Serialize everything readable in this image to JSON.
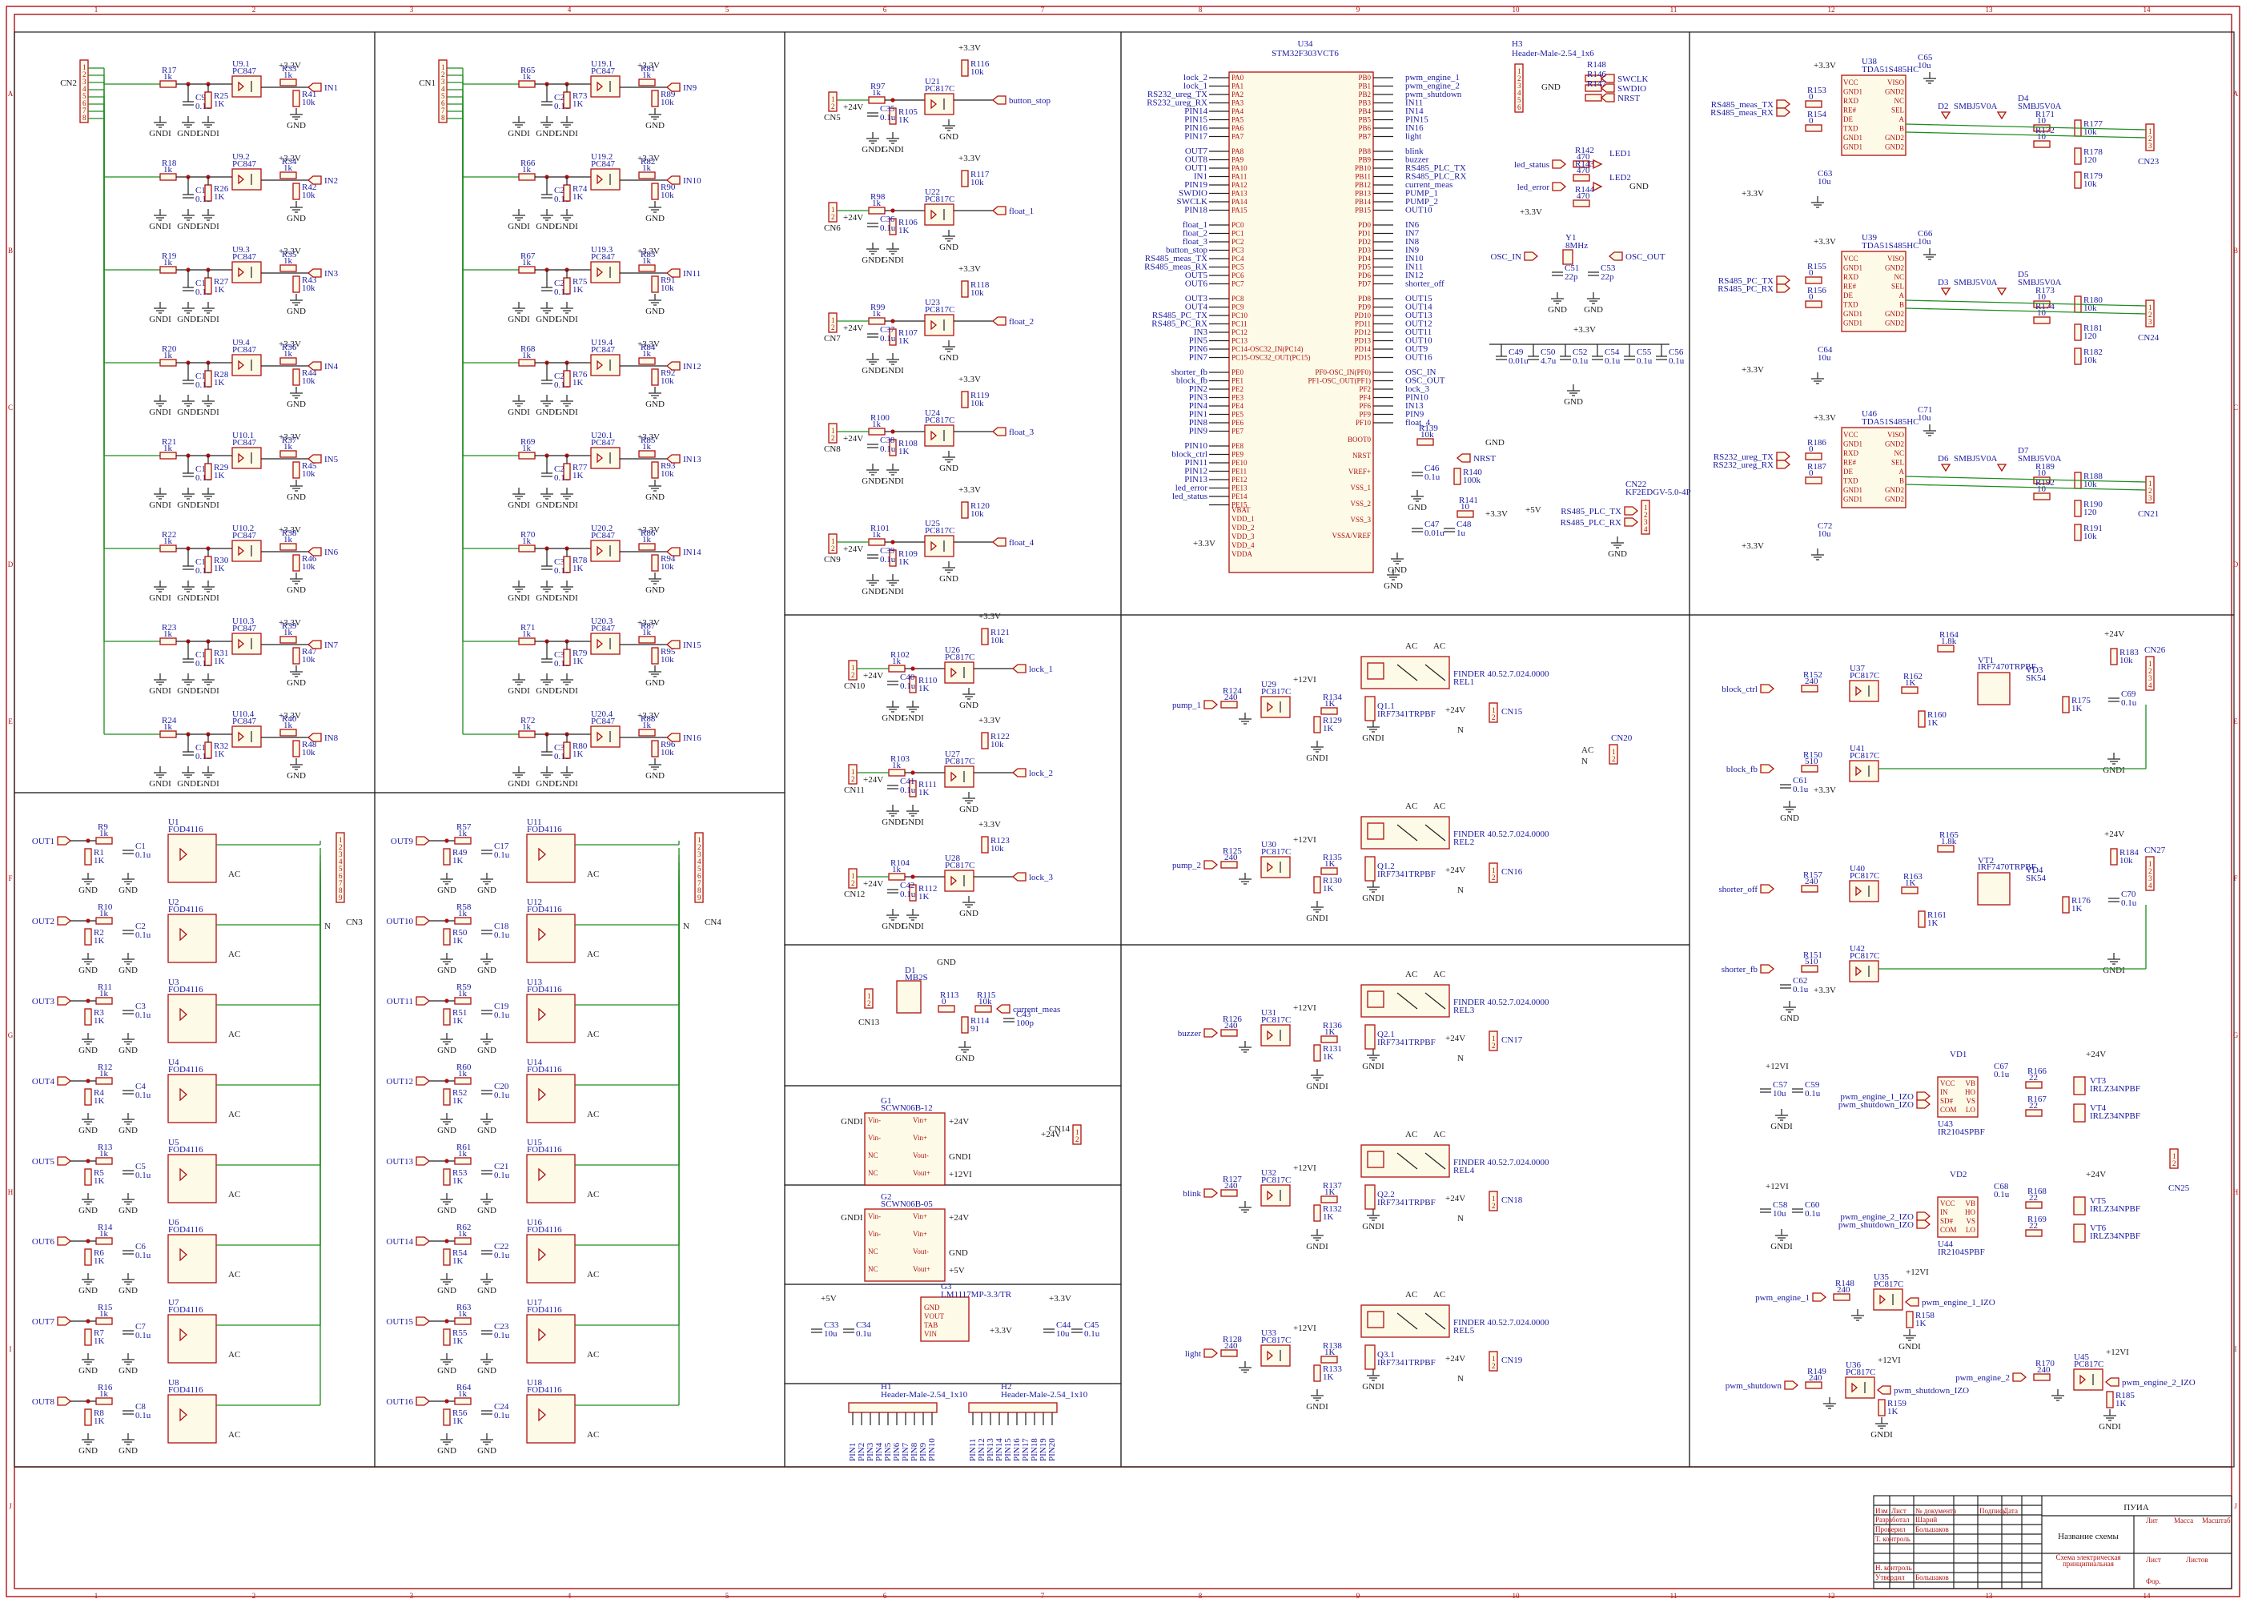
{
  "title_block": {
    "company": "ПУИА",
    "scheme_name": "Название схемы",
    "scheme_type_line1": "Схема электрическая",
    "scheme_type_line2": "принципиальная",
    "developer_role": "Разработал",
    "developer_name": "Шарий",
    "checker_role": "Проверил",
    "checker_name": "Большаков",
    "tcontrol_role": "Т. контроль",
    "ncontrol_role": "Н. контроль",
    "approve_role": "Утвердил",
    "approve_name": "Большаков",
    "col_izm": "Изм",
    "col_list": "Лист",
    "col_doc": "№ документа",
    "col_sign": "Подпись",
    "col_date": "Дата",
    "col_lit": "Лит",
    "col_mass": "Масса",
    "col_scale": "Масштаб",
    "sheet_label": "Лист",
    "sheets_label": "Листов",
    "format_label": "Фор."
  },
  "grid": {
    "columns": [
      "1",
      "2",
      "3",
      "4",
      "5",
      "6",
      "7",
      "8",
      "9",
      "10",
      "11",
      "12",
      "13",
      "14"
    ],
    "rows": [
      "A",
      "B",
      "C",
      "D",
      "E",
      "F",
      "G",
      "H",
      "I",
      "J"
    ]
  },
  "input_blocks": [
    {
      "connector": "CN2",
      "channels": [
        {
          "r1": "R17",
          "r2": "R25",
          "c": "C9",
          "u": "U9.1",
          "r3": "R33",
          "r4": "R41",
          "in": "IN1"
        },
        {
          "r1": "R18",
          "r2": "R26",
          "c": "C10",
          "u": "U9.2",
          "r3": "R34",
          "r4": "R42",
          "in": "IN2"
        },
        {
          "r1": "R19",
          "r2": "R27",
          "c": "C11",
          "u": "U9.3",
          "r3": "R35",
          "r4": "R43",
          "in": "IN3"
        },
        {
          "r1": "R20",
          "r2": "R28",
          "c": "C12",
          "u": "U9.4",
          "r3": "R36",
          "r4": "R44",
          "in": "IN4"
        },
        {
          "r1": "R21",
          "r2": "R29",
          "c": "C13",
          "u": "U10.1",
          "r3": "R37",
          "r4": "R45",
          "in": "IN5"
        },
        {
          "r1": "R22",
          "r2": "R30",
          "c": "C14",
          "u": "U10.2",
          "r3": "R38",
          "r4": "R46",
          "in": "IN6"
        },
        {
          "r1": "R23",
          "r2": "R31",
          "c": "C15",
          "u": "U10.3",
          "r3": "R39",
          "r4": "R47",
          "in": "IN7"
        },
        {
          "r1": "R24",
          "r2": "R32",
          "c": "C16",
          "u": "U10.4",
          "r3": "R40",
          "r4": "R48",
          "in": "IN8"
        }
      ]
    },
    {
      "connector": "CN1",
      "channels": [
        {
          "r1": "R65",
          "r2": "R73",
          "c": "C25",
          "u": "U19.1",
          "r3": "R81",
          "r4": "R89",
          "in": "IN9"
        },
        {
          "r1": "R66",
          "r2": "R74",
          "c": "C26",
          "u": "U19.2",
          "r3": "R82",
          "r4": "R90",
          "in": "IN10"
        },
        {
          "r1": "R67",
          "r2": "R75",
          "c": "C27",
          "u": "U19.3",
          "r3": "R83",
          "r4": "R91",
          "in": "IN11"
        },
        {
          "r1": "R68",
          "r2": "R76",
          "c": "C28",
          "u": "U19.4",
          "r3": "R84",
          "r4": "R92",
          "in": "IN12"
        },
        {
          "r1": "R69",
          "r2": "R77",
          "c": "C29",
          "u": "U20.1",
          "r3": "R85",
          "r4": "R93",
          "in": "IN13"
        },
        {
          "r1": "R70",
          "r2": "R78",
          "c": "C30",
          "u": "U20.2",
          "r3": "R86",
          "r4": "R94",
          "in": "IN14"
        },
        {
          "r1": "R71",
          "r2": "R79",
          "c": "C31",
          "u": "U20.3",
          "r3": "R87",
          "r4": "R95",
          "in": "IN15"
        },
        {
          "r1": "R72",
          "r2": "R80",
          "c": "C32",
          "u": "U20.4",
          "r3": "R88",
          "r4": "R96",
          "in": "IN16"
        }
      ]
    }
  ],
  "input_common": {
    "r1v": "1k",
    "r2v": "1K",
    "cv": "0.1u",
    "r3v": "1k",
    "r4v": "10k",
    "opto": "PC847",
    "vcc": "+3.3V",
    "gnd": "GND",
    "gndi": "GNDI"
  },
  "output_blocks": [
    {
      "connector": "CN3",
      "channels": [
        {
          "out": "OUT1",
          "ra": "R9",
          "rb": "R1",
          "c": "C1",
          "u": "U1"
        },
        {
          "out": "OUT2",
          "ra": "R10",
          "rb": "R2",
          "c": "C2",
          "u": "U2"
        },
        {
          "out": "OUT3",
          "ra": "R11",
          "rb": "R3",
          "c": "C3",
          "u": "U3"
        },
        {
          "out": "OUT4",
          "ra": "R12",
          "rb": "R4",
          "c": "C4",
          "u": "U4"
        },
        {
          "out": "OUT5",
          "ra": "R13",
          "rb": "R5",
          "c": "C5",
          "u": "U5"
        },
        {
          "out": "OUT6",
          "ra": "R14",
          "rb": "R6",
          "c": "C6",
          "u": "U6"
        },
        {
          "out": "OUT7",
          "ra": "R15",
          "rb": "R7",
          "c": "C7",
          "u": "U7"
        },
        {
          "out": "OUT8",
          "ra": "R16",
          "rb": "R8",
          "c": "C8",
          "u": "U8"
        }
      ]
    },
    {
      "connector": "CN4",
      "channels": [
        {
          "out": "OUT9",
          "ra": "R57",
          "rb": "R49",
          "c": "C17",
          "u": "U11"
        },
        {
          "out": "OUT10",
          "ra": "R58",
          "rb": "R50",
          "c": "C18",
          "u": "U12"
        },
        {
          "out": "OUT11",
          "ra": "R59",
          "rb": "R51",
          "c": "C19",
          "u": "U13"
        },
        {
          "out": "OUT12",
          "ra": "R60",
          "rb": "R52",
          "c": "C20",
          "u": "U14"
        },
        {
          "out": "OUT13",
          "ra": "R61",
          "rb": "R53",
          "c": "C21",
          "u": "U15"
        },
        {
          "out": "OUT14",
          "ra": "R62",
          "rb": "R54",
          "c": "C22",
          "u": "U16"
        },
        {
          "out": "OUT15",
          "ra": "R63",
          "rb": "R55",
          "c": "C23",
          "u": "U17"
        },
        {
          "out": "OUT16",
          "ra": "R64",
          "rb": "R56",
          "c": "C24",
          "u": "U18"
        }
      ]
    }
  ],
  "output_common": {
    "rav": "1k",
    "rbv": "1K",
    "cv": "0.1u",
    "part": "FOD4116",
    "ac": "AC",
    "n": "N",
    "gnd": "GND"
  },
  "sensor_channels": [
    {
      "cn": "CN5",
      "ra": "R97",
      "rb": "R105",
      "c": "C35",
      "u": "U21",
      "rp": "R116",
      "net": "button_stop"
    },
    {
      "cn": "CN6",
      "ra": "R98",
      "rb": "R106",
      "c": "C36",
      "u": "U22",
      "rp": "R117",
      "net": "float_1"
    },
    {
      "cn": "CN7",
      "ra": "R99",
      "rb": "R107",
      "c": "C37",
      "u": "U23",
      "rp": "R118",
      "net": "float_2"
    },
    {
      "cn": "CN8",
      "ra": "R100",
      "rb": "R108",
      "c": "C38",
      "u": "U24",
      "rp": "R119",
      "net": "float_3"
    },
    {
      "cn": "CN9",
      "ra": "R101",
      "rb": "R109",
      "c": "C39",
      "u": "U25",
      "rp": "R120",
      "net": "float_4"
    }
  ],
  "lock_channels": [
    {
      "cn": "CN10",
      "ra": "R102",
      "rb": "R110",
      "c": "C40",
      "u": "U26",
      "rp": "R121",
      "net": "lock_1"
    },
    {
      "cn": "CN11",
      "ra": "R103",
      "rb": "R111",
      "c": "C41",
      "u": "U27",
      "rp": "R122",
      "net": "lock_2"
    },
    {
      "cn": "CN12",
      "ra": "R104",
      "rb": "R112",
      "c": "C42",
      "u": "U28",
      "rp": "R123",
      "net": "lock_3"
    }
  ],
  "opto_common": {
    "part": "PC817C",
    "v24": "+24V",
    "gndi": "GNDI",
    "vcc": "+3.3V",
    "gnd": "GND",
    "rav": "1k",
    "rbv": "1K",
    "cv": "0.1u",
    "rpv": "10k"
  },
  "current_meas": {
    "cn": "CN13",
    "d": "D1",
    "dpart": "MB2S",
    "r1": "R113",
    "r1v": "0",
    "r2": "R115",
    "r2v": "10k",
    "r3": "R114",
    "r3v": "91",
    "c": "C43",
    "cv": "100p",
    "net": "current_meas",
    "gnd": "GND"
  },
  "power": {
    "g1": "G1",
    "g1part": "SCWN06B-12",
    "g2": "G2",
    "g2part": "SCWN06B-05",
    "pins": [
      "Vin-",
      "Vin-",
      "NC",
      "NC",
      "Vin+",
      "Vin+",
      "Vout-",
      "Vout+"
    ],
    "gnd": "GND",
    "gndi": "GNDI",
    "v24": "+24V",
    "v12": "+12VI",
    "v5": "+5V",
    "cn14": "CN14",
    "g3": "G3",
    "g3part": "LM1117MP-3.3/TR",
    "g3pins": [
      "GND",
      "VOUT",
      "TAB",
      "VIN"
    ],
    "c33": "C33",
    "c33v": "10u",
    "c34": "C34",
    "c34v": "0.1u",
    "c44": "C44",
    "c44v": "10u",
    "c45": "C45",
    "c45v": "0.1u",
    "v33": "+3.3V"
  },
  "headers": {
    "h1": "H1",
    "h1part": "Header-Male-2.54_1x10",
    "h2": "H2",
    "h2part": "Header-Male-2.54_1x10",
    "h1pins": [
      "PIN1",
      "PIN2",
      "PIN3",
      "PIN4",
      "PIN5",
      "PIN6",
      "PIN7",
      "PIN8",
      "PIN9",
      "PIN10"
    ],
    "h2pins": [
      "PIN11",
      "PIN12",
      "PIN13",
      "PIN14",
      "PIN15",
      "PIN16",
      "PIN17",
      "PIN18",
      "PIN19",
      "PIN20"
    ]
  },
  "mcu": {
    "ref": "U34",
    "part": "STM32F303VCT6",
    "left_groups": [
      [
        "lock_2",
        "lock_1",
        "RS232_ureg_TX",
        "RS232_ureg_RX",
        "PIN14",
        "PIN15",
        "PIN16",
        "PIN17"
      ],
      [
        "OUT7",
        "OUT8",
        "OUT1",
        "IN1",
        "PIN19",
        "SWDIO",
        "SWCLK",
        "PIN18"
      ],
      [
        "float_1",
        "float_2",
        "float_3",
        "button_stop",
        "RS485_meas_TX",
        "RS485_meas_RX",
        "OUT5",
        "OUT6"
      ],
      [
        "OUT3",
        "OUT4",
        "RS485_PC_TX",
        "RS485_PC_RX",
        "IN3",
        "PIN5",
        "PIN6",
        "PIN7"
      ],
      [
        "shorter_fb",
        "block_fb",
        "PIN2",
        "PIN3",
        "PIN4",
        "PIN1",
        "PIN8",
        "PIN9"
      ],
      [
        "PIN10",
        "block_ctrl",
        "PIN11",
        "PIN12",
        "PIN13",
        "led_error",
        "led_status"
      ]
    ],
    "left_pins": [
      [
        "PA0",
        "PA1",
        "PA2",
        "PA3",
        "PA4",
        "PA5",
        "PA6",
        "PA7"
      ],
      [
        "PA8",
        "PA9",
        "PA10",
        "PA11",
        "PA12",
        "PA13",
        "PA14",
        "PA15"
      ],
      [
        "PC0",
        "PC1",
        "PC2",
        "PC3",
        "PC4",
        "PC5",
        "PC6",
        "PC7"
      ],
      [
        "PC8",
        "PC9",
        "PC10",
        "PC11",
        "PC12",
        "PC13",
        "PC14-OSC32_IN(PC14)",
        "PC15-OSC32_OUT(PC15)"
      ],
      [
        "PE0",
        "PE1",
        "PE2",
        "PE3",
        "PE4",
        "PE5",
        "PE6",
        "PE7"
      ],
      [
        "PE8",
        "PE9",
        "PE10",
        "PE11",
        "PE12",
        "PE13",
        "PE14",
        "PE15"
      ]
    ],
    "right_pins": [
      [
        "PB0",
        "PB1",
        "PB2",
        "PB3",
        "PB4",
        "PB5",
        "PB6",
        "PB7"
      ],
      [
        "PB8",
        "PB9",
        "PB10",
        "PB11",
        "PB12",
        "PB13",
        "PB14",
        "PB15"
      ],
      [
        "PD0",
        "PD1",
        "PD2",
        "PD3",
        "PD4",
        "PD5",
        "PD6",
        "PD7"
      ],
      [
        "PD8",
        "PD9",
        "PD10",
        "PD11",
        "PD12",
        "PD13",
        "PD14",
        "PD15"
      ],
      [
        "PF0-OSC_IN(PF0)",
        "PF1-OSC_OUT(PF1)",
        "PF2",
        "PF4",
        "PF6",
        "PF9",
        "PF10"
      ]
    ],
    "right_groups": [
      [
        "pwm_engine_1",
        "pwm_engine_2",
        "pwm_shutdown",
        "IN11",
        "IN14",
        "PIN15",
        "IN16",
        "light"
      ],
      [
        "blink",
        "buzzer",
        "RS485_PLC_TX",
        "RS485_PLC_RX",
        "current_meas",
        "PUMP_1",
        "PUMP_2",
        "OUT10"
      ],
      [
        "IN6",
        "IN7",
        "IN8",
        "IN9",
        "IN10",
        "IN11",
        "IN12",
        "shorter_off"
      ],
      [
        "OUT15",
        "OUT14",
        "OUT13",
        "OUT12",
        "OUT11",
        "OUT10",
        "OUT9",
        "OUT16"
      ],
      [
        "OSC_IN",
        "OSC_OUT",
        "lock_3",
        "PIN10",
        "IN13",
        "PIN9",
        "float_4"
      ]
    ],
    "power_pins": [
      "VBAT",
      "VDD_1",
      "VDD_2",
      "VDD_3",
      "VDD_4",
      "VDDA"
    ],
    "power_right": [
      "BOOT0",
      "NRST",
      "VREF+",
      "VSS_1",
      "VSS_2",
      "VSS_3",
      "VSSA/VREF"
    ],
    "vcc": "+3.3V",
    "gnd": "GND"
  },
  "mcu_aux": {
    "h3": "H3",
    "h3part": "Header-Male-2.54_1x6",
    "swd": [
      "SWCLK",
      "SWDIO",
      "NRST"
    ],
    "swr": [
      "R148",
      "R146",
      "R147"
    ],
    "led1": "LED1",
    "led2": "LED2",
    "r142": "R142",
    "r143": "R143",
    "r144": "R144",
    "r470": "470",
    "led_status": "led_status",
    "led_error": "led_error",
    "y1": "Y1",
    "y1v": "8MHz",
    "c51": "C51",
    "c53": "C53",
    "c22p": "22p",
    "osc_in": "OSC_IN",
    "osc_out": "OSC_OUT",
    "decap": [
      [
        "C49",
        "0.01u"
      ],
      [
        "C50",
        "4.7u"
      ],
      [
        "C52",
        "0.1u"
      ],
      [
        "C54",
        "0.1u"
      ],
      [
        "C55",
        "0.1u"
      ],
      [
        "C56",
        "0.1u"
      ]
    ],
    "r139": "R139",
    "r139v": "10k",
    "c46": "C46",
    "c46v": "0.1u",
    "r140": "R140",
    "r140v": "100k",
    "nrst": "NRST",
    "r141": "R141",
    "r141v": "10",
    "c47": "C47",
    "c47v": "0.01u",
    "c48": "C48",
    "c48v": "1u",
    "cn22": "CN22",
    "cn22part": "KF2EDGV-5.0-4P",
    "plc_tx": "RS485_PLC_TX",
    "plc_rx": "RS485_PLC_RX",
    "v5": "+5V"
  },
  "relays": [
    {
      "in": "pump_1",
      "r1": "R124",
      "r1v": "240",
      "u": "U29",
      "r2": "R134",
      "r3": "R129",
      "q": "Q1.1",
      "rel": "REL1",
      "cn": "CN15"
    },
    {
      "in": "pump_2",
      "r1": "R125",
      "r1v": "240",
      "u": "U30",
      "r2": "R135",
      "r3": "R130",
      "q": "Q1.2",
      "rel": "REL2",
      "cn": "CN16"
    },
    {
      "in": "buzzer",
      "r1": "R126",
      "r1v": "240",
      "u": "U31",
      "r2": "R136",
      "r3": "R131",
      "q": "Q2.1",
      "rel": "REL3",
      "cn": "CN17"
    },
    {
      "in": "blink",
      "r1": "R127",
      "r1v": "240",
      "u": "U32",
      "r2": "R137",
      "r3": "R132",
      "q": "Q2.2",
      "rel": "REL4",
      "cn": "CN18"
    },
    {
      "in": "light",
      "r1": "R128",
      "r1v": "240",
      "u": "U33",
      "r2": "R138",
      "r3": "R133",
      "q": "Q3.1",
      "rel": "REL5",
      "cn": "CN19"
    }
  ],
  "relay_common": {
    "relay_part": "FINDER 40.52.7.024.0000",
    "mosfet": "IRF7341TRPBF",
    "opto": "PC817C",
    "v24": "+24V",
    "v12": "+12VI",
    "gndi": "GNDI",
    "ac": "AC",
    "n": "N",
    "cn20": "CN20",
    "rv": "1K"
  },
  "rs485": [
    {
      "u": "U38",
      "part": "TDA51S485HC",
      "r1": "R153",
      "r2": "R154",
      "tx": "RS485_meas_TX",
      "rx": "RS485_meas_RX",
      "d1": "D2",
      "d2": "D4",
      "tvs": "SMBJ5V0A",
      "ra": "R171",
      "rb": "R172",
      "rt": "R177",
      "rc": "R178",
      "rd": "R179",
      "cap": "C65",
      "cap2": "C63",
      "cn": "CN23"
    },
    {
      "u": "U39",
      "part": "TDA51S485HC",
      "r1": "R155",
      "r2": "R156",
      "tx": "RS485_PC_TX",
      "rx": "RS485_PC_RX",
      "d1": "D3",
      "d2": "D5",
      "tvs": "SMBJ5V0A",
      "ra": "R173",
      "rb": "R174",
      "rt": "R180",
      "rc": "R181",
      "rd": "R182",
      "cap": "C66",
      "cap2": "C64",
      "cn": "CN24"
    },
    {
      "u": "U46",
      "part": "TDA51S485HC",
      "r1": "R186",
      "r2": "R187",
      "tx": "RS232_ureg_TX",
      "rx": "RS232_ureg_RX",
      "d1": "D6",
      "d2": "D7",
      "tvs": "SMBJ5V0A",
      "ra": "R189",
      "rb": "R192",
      "rt": "R188",
      "rc": "R190",
      "rd": "R191",
      "cap": "C71",
      "cap2": "C72",
      "cn": "CN21"
    }
  ],
  "rs485_pins": [
    "VCC",
    "GND1",
    "RXD",
    "RE#",
    "DE",
    "TXD",
    "GND1",
    "GND1",
    "VISO",
    "GND2",
    "NC",
    "SEL",
    "A",
    "B",
    "GND2",
    "GND2"
  ],
  "block_section": {
    "block_ctrl": "block_ctrl",
    "block_fb": "block_fb",
    "shorter_off": "shorter_off",
    "shorter_fb": "shorter_fb",
    "r164": "R164",
    "r164v": "1.8k",
    "vt1": "VT1",
    "vt1part": "IRF7470TRPBF",
    "vd3": "VD3",
    "sk54": "SK54",
    "r183": "R183",
    "r152": "R152",
    "r152v": "240",
    "u37": "U37",
    "r162": "R162",
    "r160": "R160",
    "r175": "R175",
    "c69": "C69",
    "u41": "U41",
    "r150": "R150",
    "r150v": "510",
    "c61": "C61",
    "cn26": "CN26",
    "r165": "R165",
    "r165v": "1.8k",
    "vt2": "VT2",
    "vt2part": "IRF7470TRPBF",
    "vd4": "VD4",
    "r184": "R184",
    "r157": "R157",
    "r157v": "240",
    "u40": "U40",
    "r163": "R163",
    "r161": "R161",
    "r176": "R176",
    "c70": "C70",
    "cn27": "CN27",
    "u42": "U42",
    "r151": "R151",
    "r151v": "510",
    "c62": "C62"
  },
  "driver_section": {
    "c57": "C57",
    "c59": "C59",
    "c58": "C58",
    "c60": "C60",
    "c10u": "10u",
    "c01u": "0.1u",
    "vd1": "VD1",
    "vd2": "VD2",
    "u43": "U43",
    "u44": "U44",
    "ir": "IR2104SPBF",
    "c67": "C67",
    "c68": "C68",
    "r166": "R166",
    "r167": "R167",
    "r168": "R168",
    "r169": "R169",
    "r22": "22",
    "vt3": "VT3",
    "vt4": "VT4",
    "vt5": "VT5",
    "vt6": "VT6",
    "irlz": "IRLZ34NPBF",
    "cn25": "CN25",
    "pins": [
      "VCC",
      "IN",
      "SD#",
      "COM",
      "VB",
      "HO",
      "VS",
      "LO"
    ],
    "iz1": "pwm_engine_1_IZO",
    "iz2": "pwm_engine_2_IZO",
    "iz3": "pwm_shutdown_IZO",
    "pwm1": "pwm_engine_1",
    "pwm2": "pwm_engine_2",
    "shut": "pwm_shutdown",
    "u35": "U35",
    "u36": "U36",
    "u45": "U45",
    "r148": "R148",
    "r149": "R149",
    "r170": "R170",
    "r158": "R158",
    "r159": "R159",
    "r185": "R185",
    "r240": "240"
  }
}
